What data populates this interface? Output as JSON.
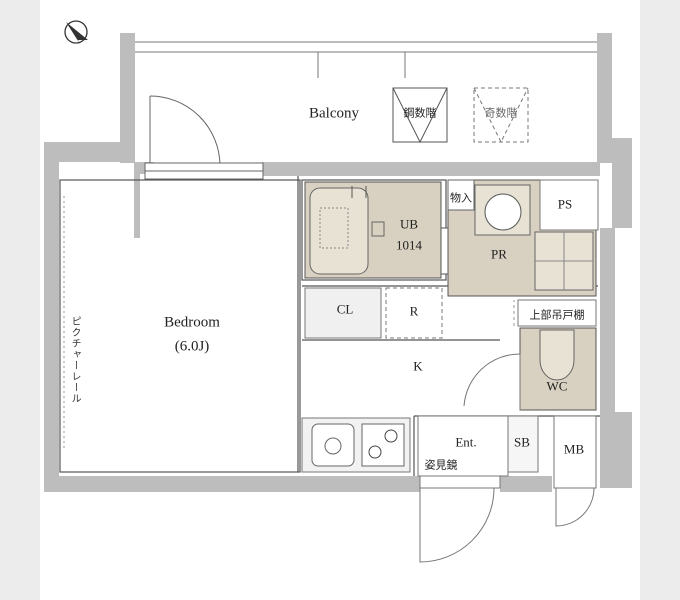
{
  "rooms": {
    "balcony": "Balcony",
    "bedroom": "Bedroom",
    "bedroom_size": "(6.0J)",
    "ub": "UB",
    "ub_size": "1014",
    "pr": "PR",
    "ps": "PS",
    "storage": "物入",
    "cl": "CL",
    "r": "R",
    "k": "K",
    "wc": "WC",
    "upper_shelf": "上部吊戸棚",
    "ent": "Ent.",
    "sb": "SB",
    "mb": "MB",
    "mirror": "姿見鏡",
    "picture_rail": "ピクチャーレール",
    "stair_down": "鋼数階",
    "stair_odd": "奇数階"
  },
  "colors": {
    "background": "#ececec",
    "paper": "#ffffff",
    "wall": "#bdbdbd",
    "wet_area": "#d8d0c0",
    "line": "#555555"
  },
  "icons": {
    "north": "north-arrow-icon"
  }
}
